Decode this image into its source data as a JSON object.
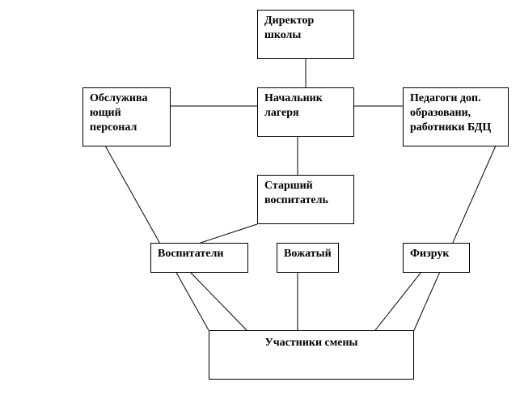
{
  "nodes": {
    "director": "Директор\nшколы",
    "camp_head": "Начальник\nлагеря",
    "service_staff": "Обслужива\nющий\nперсонал",
    "teachers": "Педагоги доп.\nобразовани,\nработники БДЦ",
    "senior_educator": "Старший\nвоспитатель",
    "educators": "Воспитатели",
    "counselor": "Вожатый",
    "pe_teacher": "Физрук",
    "participants": "Участники смены"
  },
  "colors": {
    "line": "#000000",
    "box_border": "#000000",
    "background": "#ffffff"
  }
}
